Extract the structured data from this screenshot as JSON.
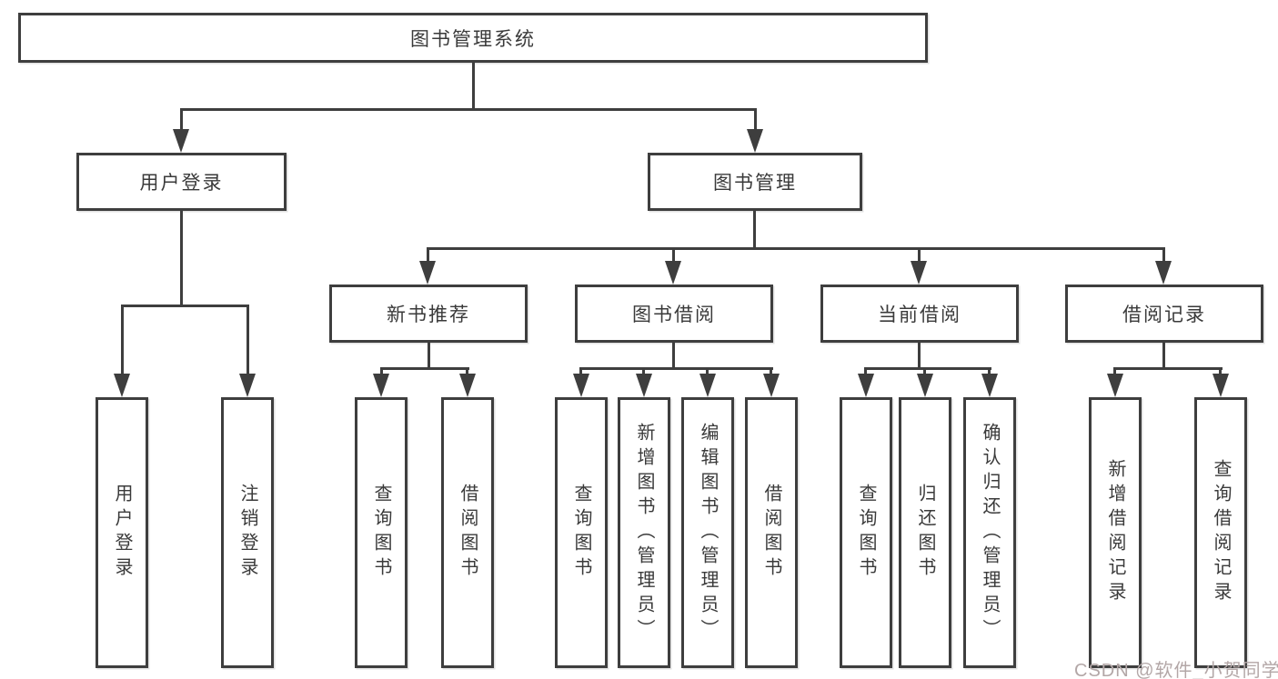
{
  "root": {
    "label": "图书管理系统"
  },
  "user_login": {
    "label": "用户登录",
    "children": [
      {
        "label": "用户登录"
      },
      {
        "label": "注销登录"
      }
    ]
  },
  "book_mgmt": {
    "label": "图书管理",
    "children": [
      {
        "label": "新书推荐",
        "children": [
          {
            "label": "查询图书"
          },
          {
            "label": "借阅图书"
          }
        ]
      },
      {
        "label": "图书借阅",
        "children": [
          {
            "label": "查询图书"
          },
          {
            "label": "新增图书（管理员）"
          },
          {
            "label": "编辑图书（管理员）"
          },
          {
            "label": "借阅图书"
          }
        ]
      },
      {
        "label": "当前借阅",
        "children": [
          {
            "label": "查询图书"
          },
          {
            "label": "归还图书"
          },
          {
            "label": "确认归还（管理员）"
          }
        ]
      },
      {
        "label": "借阅记录",
        "children": [
          {
            "label": "新增借阅记录"
          },
          {
            "label": "查询借阅记录"
          }
        ]
      }
    ]
  },
  "watermark": {
    "text": "CSDN @软件_小贺同学"
  },
  "colors": {
    "line": "#3e3e3e",
    "text": "#3a3a3a",
    "background": "#ffffff",
    "watermark": "#b3a7a7"
  }
}
